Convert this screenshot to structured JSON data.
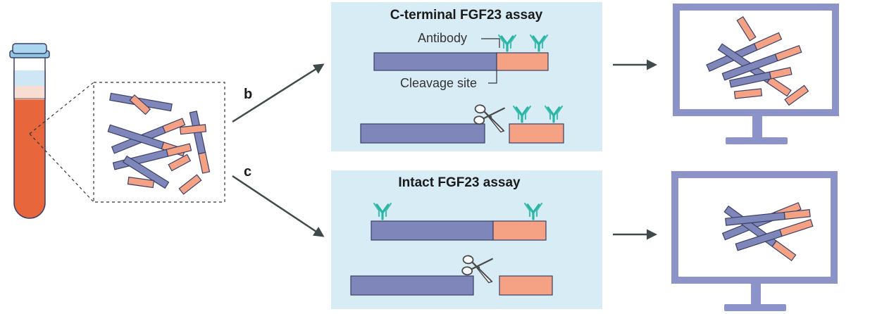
{
  "colors": {
    "panel": "#d8ecf6",
    "fgf_n": "#7f86b9",
    "fgf_c": "#f4a283",
    "stroke": "#3a3f66",
    "antibody": "#2bb5a5",
    "tube_fill": "#e8663c",
    "monitor": "#8c93c8",
    "arrow": "#3f4b4b"
  },
  "route_b": {
    "letter": "b",
    "title": "C-terminal FGF23 assay",
    "antibody_label": "Antibody",
    "cleavage_label": "Cleavage site"
  },
  "route_c": {
    "letter": "c",
    "title": "Intact FGF23 assay"
  },
  "icons": [
    "test-tube-icon",
    "scissors-icon",
    "antibody-icon",
    "monitor-icon"
  ]
}
